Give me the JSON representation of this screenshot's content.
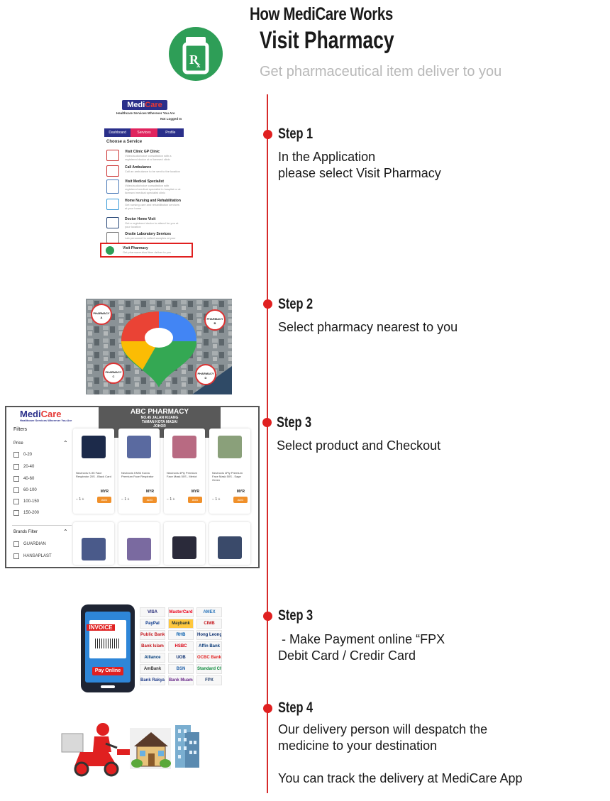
{
  "header": {
    "title": "How MediCare Works",
    "service_title": "Visit Pharmacy",
    "tagline": "Get pharmaceutical item deliver to you"
  },
  "colors": {
    "accent": "#e02020",
    "timeline": "#d62a2a",
    "brand_navy": "#2a2f8a",
    "brand_red": "#e53935",
    "rx_green": "#2e9e57"
  },
  "app_screenshot": {
    "logo_main": "Medi",
    "logo_accent": "Care",
    "tagline": "Healthcare Services Wherever You Are",
    "login_status": "Not Logged In",
    "tabs": [
      "Dashboard",
      "Services",
      "Profile"
    ],
    "section_title": "Choose a Service",
    "services": [
      {
        "title": "Visit Clinic GP Clinic",
        "desc": "Video/audio/voice consultation with a registered doctor at a licensed clinic",
        "icon": "clinic-icon"
      },
      {
        "title": "Call Ambulance",
        "desc": "Call an ambulance to be sent to the location",
        "icon": "ambulance-icon"
      },
      {
        "title": "Visit Medical Specialist",
        "desc": "Video/audio/voice consultation with registered medical specialist in hospital or at licensed medical specialist clinic",
        "icon": "hospital-icon"
      },
      {
        "title": "Home Nursing and Rehabilitation",
        "desc": "Get nursing care and rehabilitation services at your home",
        "icon": "nursing-icon"
      },
      {
        "title": "Doctor Home Visit",
        "desc": "Get a registered doctor to attend for you at your location",
        "icon": "doctor-icon"
      },
      {
        "title": "Onsite Laboratory Services",
        "desc": "Lab personnel to collect samples at your location",
        "icon": "lab-icon"
      },
      {
        "title": "Visit Pharmacy",
        "desc": "Get pharmaceutical item deliver to you",
        "icon": "pharmacy-icon"
      }
    ]
  },
  "map": {
    "pharmacies": [
      "PHARMACY A",
      "PHARMACY B",
      "PHARMACY C",
      "PHARMACY D"
    ]
  },
  "shop": {
    "logo_main": "Medi",
    "logo_accent": "Care",
    "logo_tagline": "Healthcare Services Wherever You Are",
    "store_name": "ABC PHARMACY",
    "store_address": [
      "NO.45 JALAN KIJANG",
      "TAMAN KOTA MASAI",
      "JOHOR"
    ],
    "filters_title": "Filters",
    "price_title": "Price",
    "price_ranges": [
      "0-20",
      "20-40",
      "40-60",
      "60-100",
      "100-150",
      "150-200"
    ],
    "brands_title": "Brands Filter",
    "brands": [
      "GUARDIAN",
      "HANSAPLAST"
    ],
    "products": [
      {
        "name": "Neutrovis K-95 Face Respirator 20S - Black Card",
        "price_label": "MYR",
        "qty": "1",
        "add_label": "ADD",
        "color": "#1c2a4a"
      },
      {
        "name": "Neutrovis KN94 Korea Premium Face Respirator",
        "price_label": "MYR",
        "qty": "1",
        "add_label": "ADD",
        "color": "#5a6aa0"
      },
      {
        "name": "Neutrovis 4Ply Premium Face Mask 50S - Merlot",
        "price_label": "MYR",
        "qty": "1",
        "add_label": "ADD",
        "color": "#b86a82"
      },
      {
        "name": "Neutrovis 4Ply Premium Face Mask 50S - Sage Green",
        "price_label": "MYR",
        "qty": "1",
        "add_label": "ADD",
        "color": "#8aa07a"
      }
    ],
    "row2_colors": [
      "#4a5a8a",
      "#7a6aa0",
      "#2a2a3a",
      "#3a4a6a"
    ]
  },
  "payment": {
    "invoice_label": "INVOICE",
    "pay_button": "Pay Online",
    "bank_logos": [
      "VISA",
      "MasterCard",
      "AMEX",
      "PayPal",
      "Maybank",
      "CIMB",
      "Public Bank",
      "RHB",
      "Hong Leong",
      "Bank Islam",
      "HSBC",
      "Affin Bank",
      "Alliance",
      "UOB",
      "OCBC Bank",
      "AmBank",
      "BSN",
      "Standard Chartered",
      "Bank Rakyat",
      "Bank Muamalat",
      "FPX"
    ]
  },
  "steps": [
    {
      "label": "Step 1",
      "lines": [
        "In the Application",
        "please select Visit Pharmacy"
      ]
    },
    {
      "label": "Step 2",
      "lines": [
        "Select pharmacy nearest to you"
      ]
    },
    {
      "label": "Step 3",
      "lines": [
        "Select product and Checkout"
      ]
    },
    {
      "label": "Step 3",
      "lines": [
        " - Make Payment online “FPX",
        "Debit Card / Credir Card"
      ]
    },
    {
      "label": "Step 4",
      "lines": [
        "Our delivery person will despatch the",
        "medicine to your destination",
        "",
        "You can track the delivery at MediCare App"
      ]
    }
  ]
}
